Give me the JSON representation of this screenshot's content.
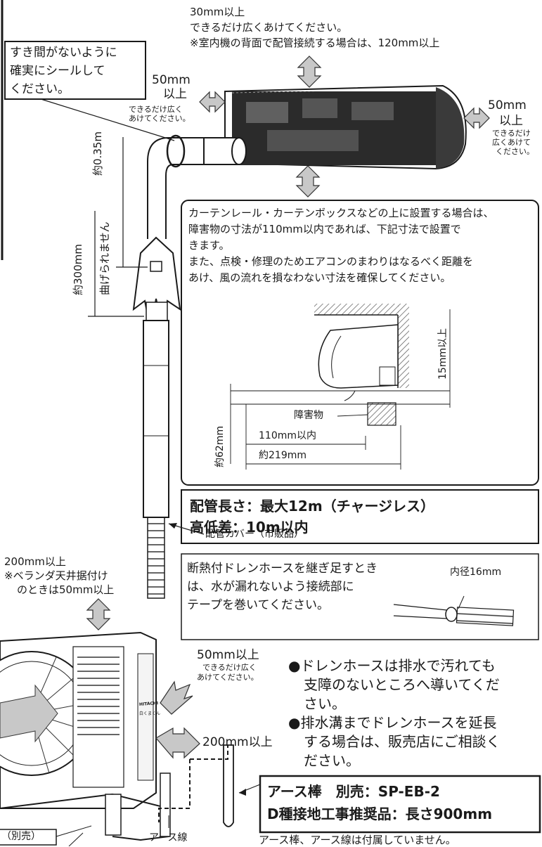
{
  "top": {
    "line1": "30mm以上",
    "line2": "できるだけ広くあけてください。",
    "line3": "※室内機の背面で配管接続する場合は、120mm以上"
  },
  "seal_box": {
    "line1": "すき間がないように",
    "line2": "確実にシールして",
    "line3": "ください。"
  },
  "left_gap": {
    "big1": "50mm",
    "big2": "以上",
    "small1": "できるだけ広く",
    "small2": "あけてください。"
  },
  "right_gap": {
    "big1": "50mm",
    "big2": "以上",
    "small1": "できるだけ",
    "small2": "広くあけて",
    "small3": "ください。"
  },
  "pipe_labels": {
    "approx_035": "約0.35m",
    "approx_300": "約300mm",
    "no_bend": "曲げられません"
  },
  "curtain_box": {
    "line1": "カーテンレール・カーテンボックスなどの上に設置する場合は、",
    "line2": "障害物の寸法が110mm以内であれば、下記寸法で設置で",
    "line3": "きます。",
    "line4": "また、点検・修理のためエアコンのまわりはなるべく距離を",
    "line5": "あけ、風の流れを損なわない寸法を確保してください。",
    "dim_15": "15mm以上",
    "obstacle": "障害物",
    "dim_110": "110mm以内",
    "dim_219": "約219mm",
    "dim_62": "約62mm"
  },
  "pipe_spec": {
    "line1": "配管長さ：最大12m（チャージレス）",
    "line2": "高低差：10m以内"
  },
  "pipe_cover": "配管カバー（市販品）",
  "outdoor_top": {
    "line1": "200mm以上",
    "line2": "※ベランダ天井据付け",
    "line3": "のときは50mm以上"
  },
  "drain_box": {
    "line1": "断熱付ドレンホースを継ぎ足すとき",
    "line2": "は、水が漏れないよう接続部に",
    "line3": "テープを巻いてください。",
    "inner_diameter": "内径16mm"
  },
  "outdoor_side": {
    "big": "50mm以上",
    "small1": "できるだけ広く",
    "small2": "あけてください。",
    "rear": "200mm以上"
  },
  "bullets": {
    "b1_l1": "●ドレンホースは排水で汚れても",
    "b1_l2": "支障のないところへ導いてくだ",
    "b1_l3": "さい。",
    "b2_l1": "●排水溝までドレンホースを延長",
    "b2_l2": "する場合は、販売店にご相談く",
    "b2_l3": "ださい。"
  },
  "earth_box": {
    "line1": "アース棒　別売：SP-EB-2",
    "line2": "D種接地工事推奨品：長さ900mm"
  },
  "footer": {
    "sold_sep": "（別売）",
    "earth_wire": "アース線",
    "earth_note": "アース棒、アース線は付属していません。"
  },
  "brand": {
    "name": "HITACHI",
    "model": "白くまくん"
  },
  "colors": {
    "line": "#1a1a1a",
    "arrow_fill": "#c8c8c8",
    "unit_dark": "#222222",
    "hatch": "#555555"
  }
}
